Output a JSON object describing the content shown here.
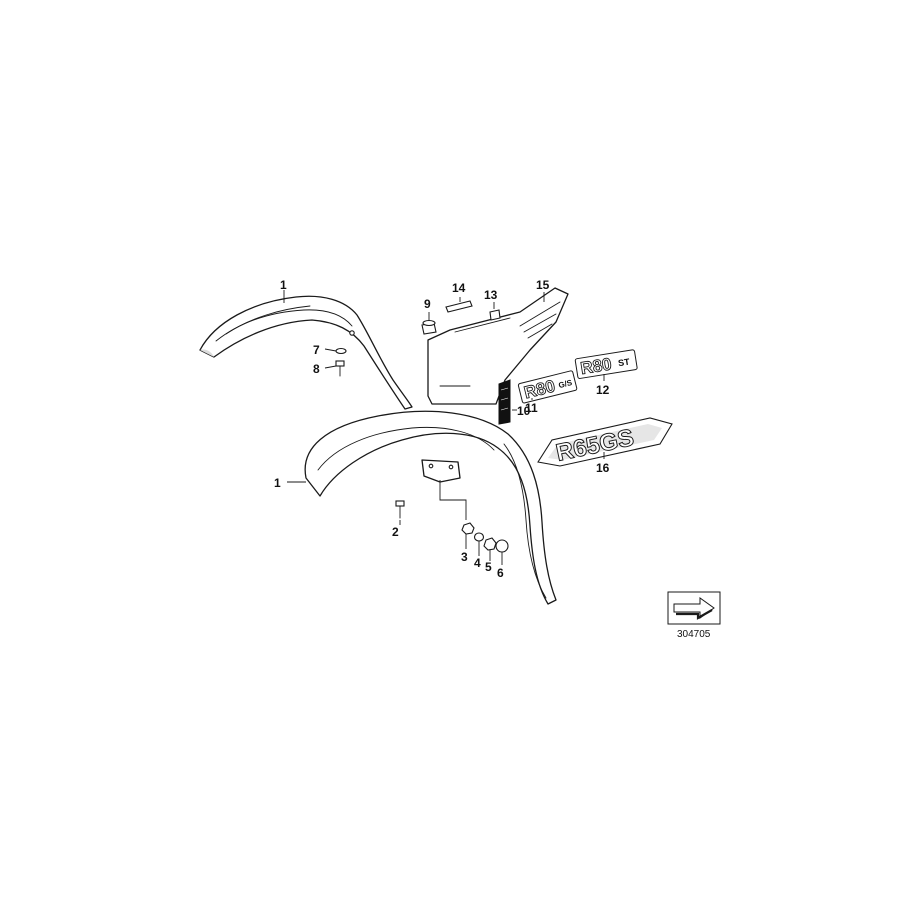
{
  "callouts": {
    "c1_rear": "1",
    "c1_front": "1",
    "c2": "2",
    "c3": "3",
    "c4": "4",
    "c5": "5",
    "c6": "6",
    "c7": "7",
    "c8": "8",
    "c9": "9",
    "c10": "10",
    "c11": "11",
    "c12": "12",
    "c13": "13",
    "c14": "14",
    "c15": "15",
    "c16": "16"
  },
  "badges": {
    "r80gs_main": "R80",
    "r80gs_suffix": "G/S",
    "r80st_main": "R80",
    "r80st_suffix": "ST",
    "r65gs": "R65GS"
  },
  "reference_code": "304705",
  "icons": [
    "arrow-box-icon"
  ]
}
